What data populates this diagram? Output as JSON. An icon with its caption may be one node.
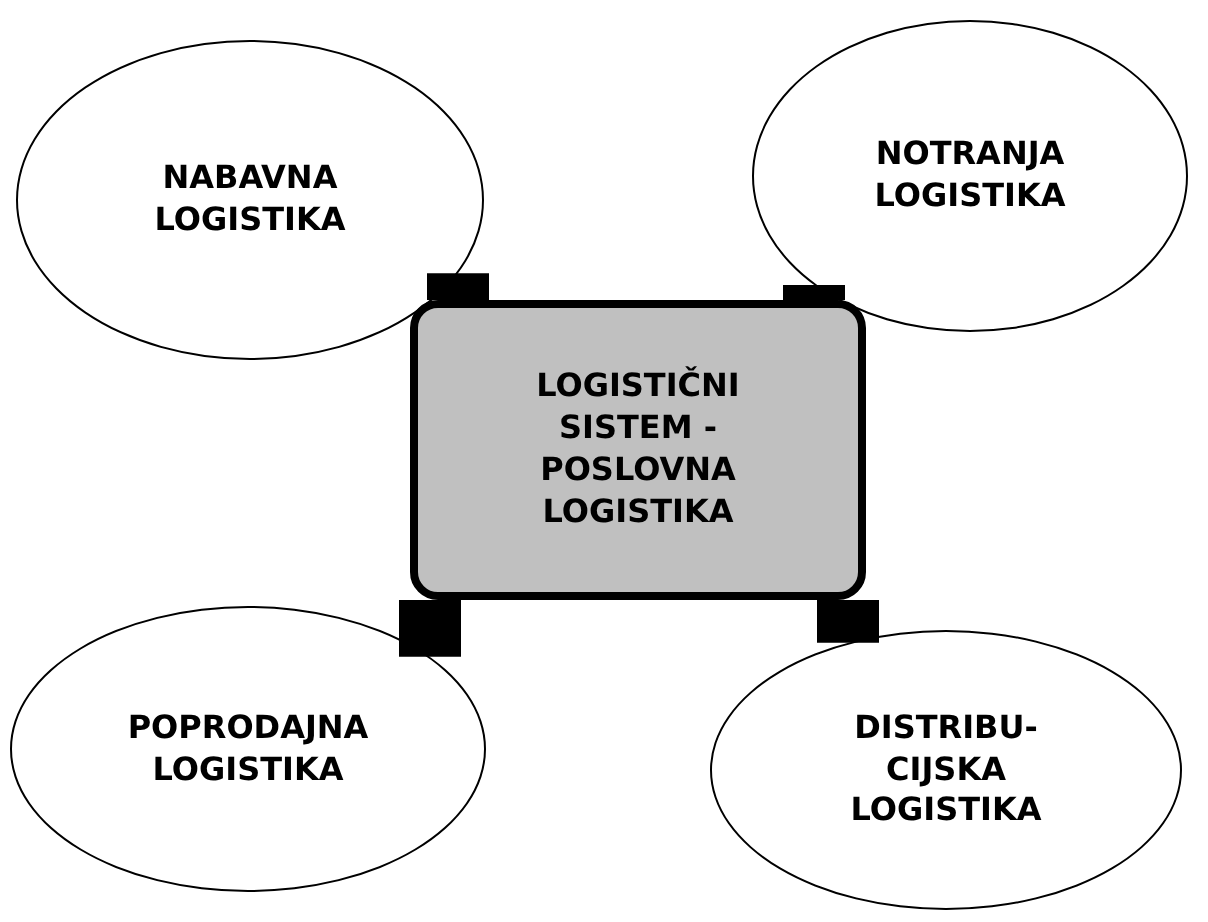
{
  "diagram": {
    "nodes": [
      {
        "text": [
          "NABAVNA LOGISTIKA"
        ]
      },
      {
        "text": [
          "NOTRANJA LOGISTIKA"
        ]
      },
      {
        "text": [
          "LOGISTIČNI SISTEM - POSLOVNA LOGISTIKA"
        ]
      },
      {
        "text": [
          "POPRODAJNA LOGISTIKA"
        ]
      },
      {
        "text": [
          "DISTRIBU- CIJSKA LOGISTIKA"
        ]
      }
    ],
    "edges": [
      {
        "from": 0,
        "to": 2,
        "arrow": "none"
      },
      {
        "from": 1,
        "to": 2,
        "arrow": "none"
      },
      {
        "from": 3,
        "to": 2,
        "arrow": "none"
      },
      {
        "from": 4,
        "to": 2,
        "arrow": "none"
      }
    ]
  }
}
